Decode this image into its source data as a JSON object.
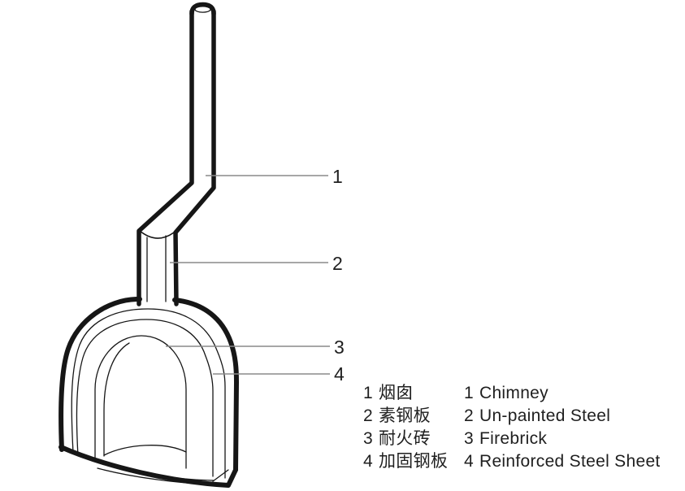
{
  "callouts": [
    "1",
    "2",
    "3",
    "4"
  ],
  "legend": {
    "rows": [
      {
        "num": "1",
        "zh": "烟囱",
        "en": "Chimney"
      },
      {
        "num": "2",
        "zh": "素钢板",
        "en": "Un-painted Steel"
      },
      {
        "num": "3",
        "zh": "耐火砖",
        "en": "Firebrick"
      },
      {
        "num": "4",
        "zh": "加固钢板",
        "en": "Reinforced Steel Sheet"
      }
    ]
  },
  "colors": {
    "background": "#ffffff",
    "line": "#161616",
    "leader": "#8a8a8a",
    "text": "#1f1f1f"
  }
}
